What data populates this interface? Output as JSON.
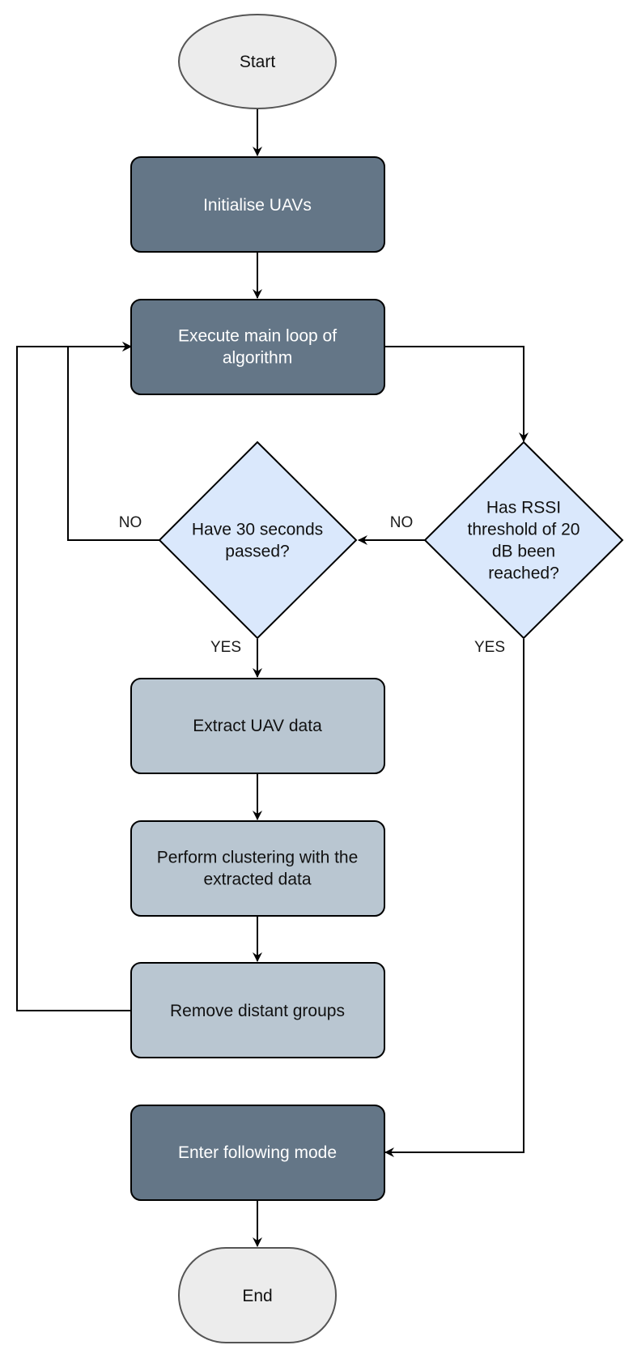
{
  "diagram": {
    "nodes": {
      "start": {
        "lines": [
          "Start"
        ]
      },
      "init": {
        "lines": [
          "Initialise UAVs"
        ]
      },
      "main_loop": {
        "lines": [
          "Execute main loop of",
          "algorithm"
        ]
      },
      "rssi_check": {
        "lines": [
          "Has RSSI",
          "threshold of 20",
          "dB been",
          "reached?"
        ]
      },
      "time_check": {
        "lines": [
          "Have 30 seconds",
          "passed?"
        ]
      },
      "extract": {
        "lines": [
          "Extract UAV data"
        ]
      },
      "cluster": {
        "lines": [
          "Perform clustering with the",
          "extracted data"
        ]
      },
      "remove": {
        "lines": [
          "Remove distant groups"
        ]
      },
      "follow": {
        "lines": [
          "Enter following mode"
        ]
      },
      "end": {
        "lines": [
          "End"
        ]
      }
    },
    "edge_labels": {
      "rssi_no": "NO",
      "rssi_yes": "YES",
      "time_no": "NO",
      "time_yes": "YES"
    },
    "colors": {
      "terminal_fill": "#ececec",
      "terminal_stroke": "#555555",
      "dark_fill": "#647687",
      "dark_text": "#ffffff",
      "light_fill": "#b9c6d1",
      "decision_fill": "#dae8fc",
      "text_dark": "#111111",
      "line": "#000000"
    }
  }
}
